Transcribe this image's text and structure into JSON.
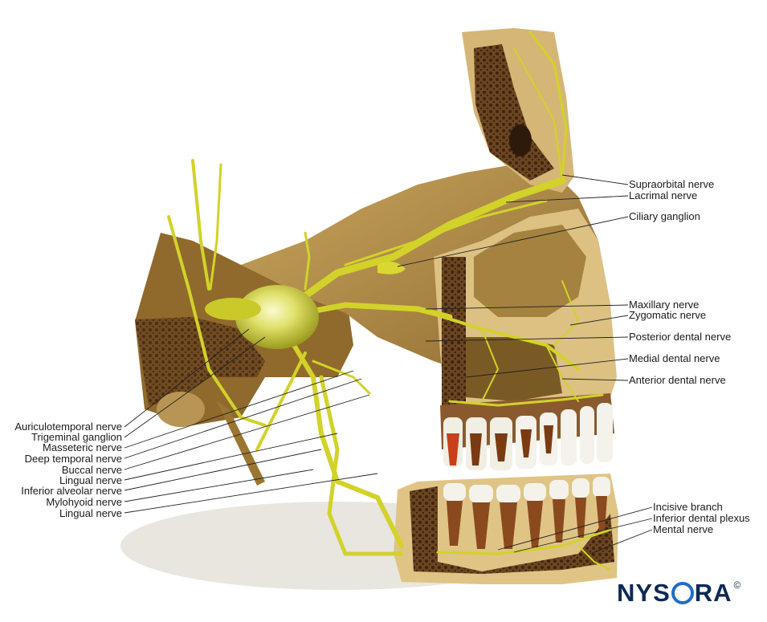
{
  "labels_right": [
    "Supraorbital nerve",
    "Lacrimal nerve",
    "Ciliary ganglion",
    "Maxillary nerve",
    "Zygomatic nerve",
    "Posterior dental nerve",
    "Medial dental nerve",
    "Anterior dental nerve",
    "Incisive branch",
    "Inferior dental plexus",
    "Mental nerve"
  ],
  "labels_left": [
    "Auriculotemporal nerve",
    "Trigeminal ganglion",
    "Masseteric nerve",
    "Deep temporal nerve",
    "Buccal nerve",
    "Lingual nerve",
    "Inferior alveolar nerve",
    "Mylohyoid nerve",
    "Lingual nerve"
  ],
  "logo": {
    "text_a": "NYS",
    "text_b": "RA",
    "copyright": "©"
  },
  "colors": {
    "bone": "#d7b878",
    "bone_dark": "#8a6a2c",
    "cavity": "#6b4e1e",
    "nerve": "#d8d830",
    "nerve_dark": "#a8a818",
    "marrow": "#5a3a18",
    "tooth": "#f4f2ea",
    "brand": "#0d2a55",
    "brand_ring": "#1e6ec8"
  }
}
